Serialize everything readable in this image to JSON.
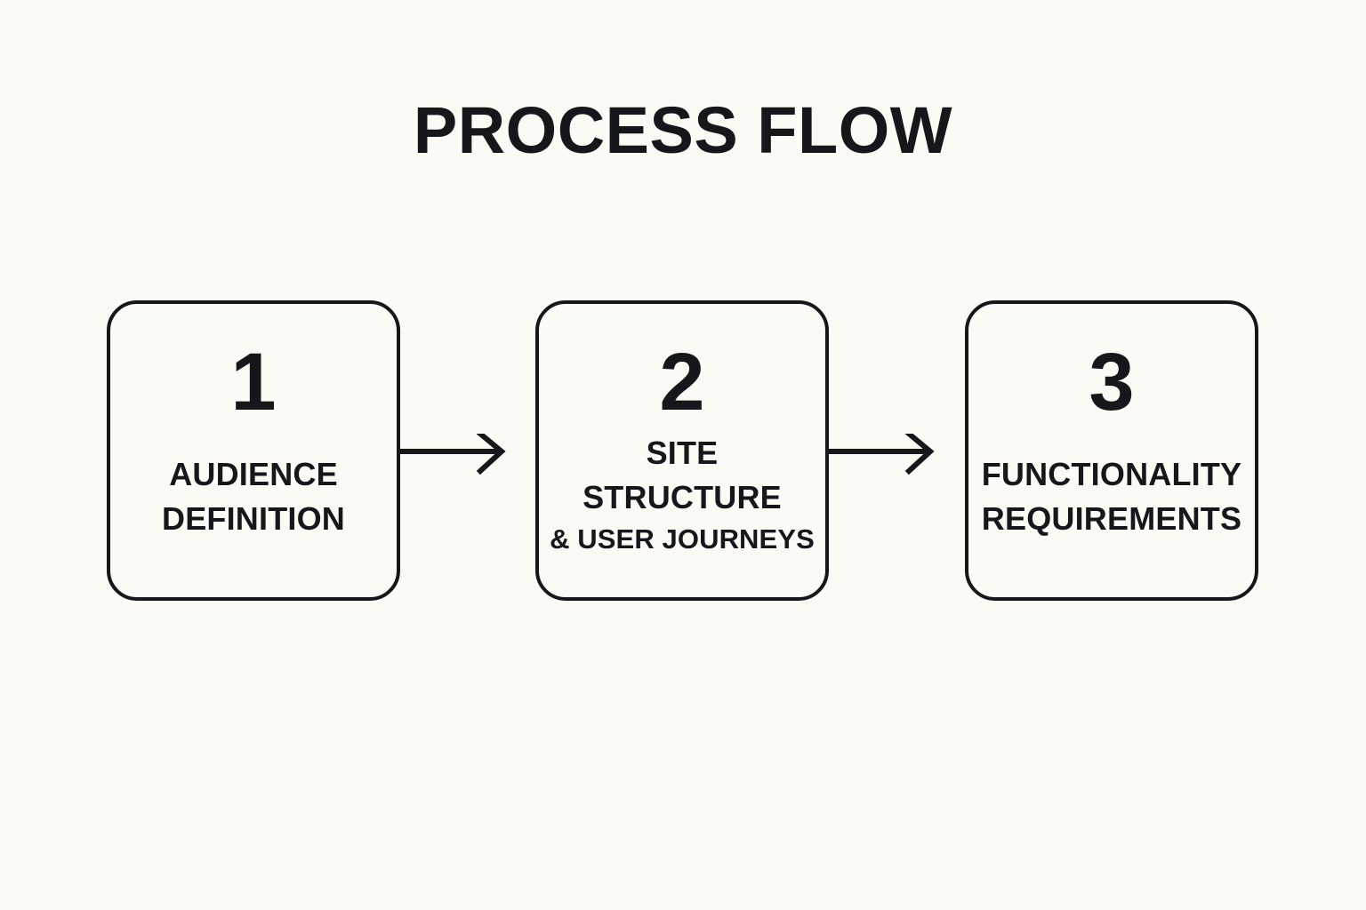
{
  "page": {
    "title": "PROCESS FLOW",
    "background_color": "#FBFAF5",
    "ink_color": "#15171A"
  },
  "flow": {
    "connector_icon": "arrow-right-icon",
    "steps": [
      {
        "number": "1",
        "lines": [
          {
            "text": "AUDIENCE",
            "size": "large"
          },
          {
            "text": "DEFINITION",
            "size": "large"
          }
        ]
      },
      {
        "number": "2",
        "lines": [
          {
            "text": "SITE",
            "size": "large"
          },
          {
            "text": "STRUCTURE",
            "size": "large"
          },
          {
            "text": "& USER JOURNEYS",
            "size": "small"
          }
        ]
      },
      {
        "number": "3",
        "lines": [
          {
            "text": "FUNCTIONALITY",
            "size": "large"
          },
          {
            "text": "REQUIREMENTS",
            "size": "large"
          }
        ]
      }
    ]
  }
}
